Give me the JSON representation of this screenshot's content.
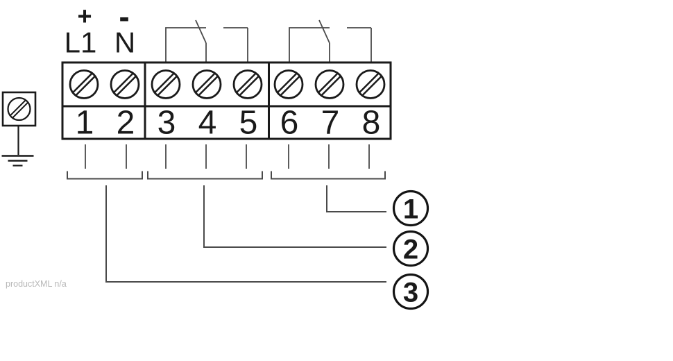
{
  "diagram": {
    "power_labels": {
      "plus": "+",
      "minus": "-",
      "line": "L1",
      "neutral": "N"
    },
    "terminals": [
      "1",
      "2",
      "3",
      "4",
      "5",
      "6",
      "7",
      "8"
    ],
    "callouts": [
      "1",
      "2",
      "3"
    ],
    "groups": [
      {
        "bracket_over_terminals": "1-2",
        "callout": "3"
      },
      {
        "bracket_over_terminals": "3-5",
        "callout": "2"
      },
      {
        "bracket_over_terminals": "6-8",
        "callout": "1"
      }
    ],
    "icons": [
      "screw-terminal-icon",
      "earth-ground-icon",
      "relay-contact-icon"
    ],
    "colors": {
      "line": "#1a1a1a",
      "wire": "#4a4a4a",
      "background": "#ffffff",
      "watermark_text": "#b8b8b8"
    }
  },
  "watermark": "productXML n/a"
}
